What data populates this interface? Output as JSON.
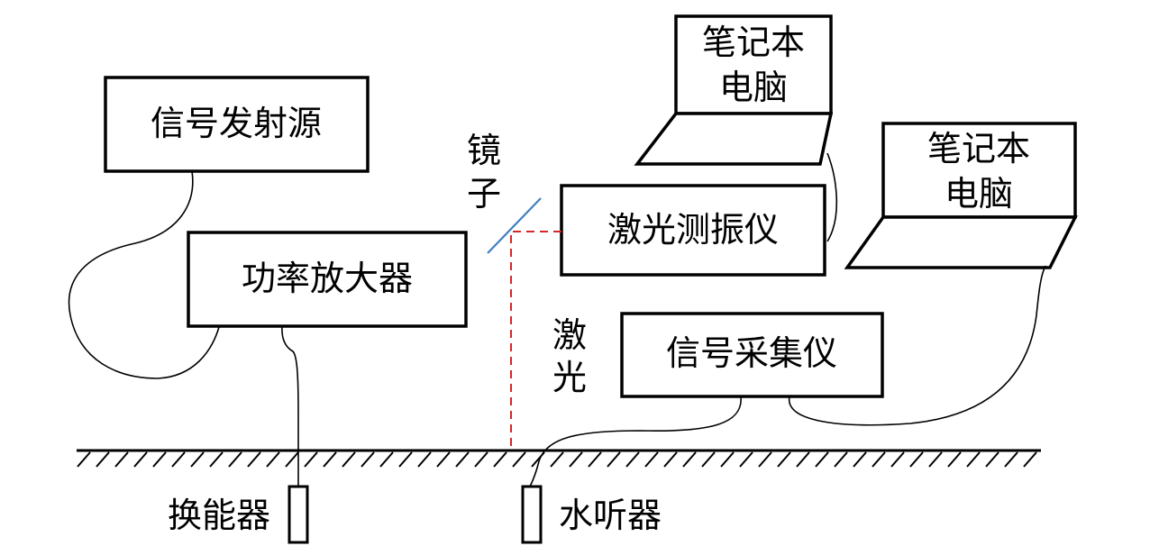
{
  "labels": {
    "signal_source": "信号发射源",
    "power_amplifier": "功率放大器",
    "laptop_1_line1": "笔记本",
    "laptop_1_line2": "电脑",
    "laptop_2_line1": "笔记本",
    "laptop_2_line2": "电脑",
    "laser_vibrometer": "激光测振仪",
    "signal_acquisition": "信号采集仪",
    "mirror_char1": "镜",
    "mirror_char2": "子",
    "laser_char1": "激",
    "laser_char2": "光",
    "transducer": "换能器",
    "hydrophone": "水听器"
  },
  "colors": {
    "laser_beam": "#d62728",
    "mirror": "#3f7fc1",
    "outline": "#000000"
  }
}
